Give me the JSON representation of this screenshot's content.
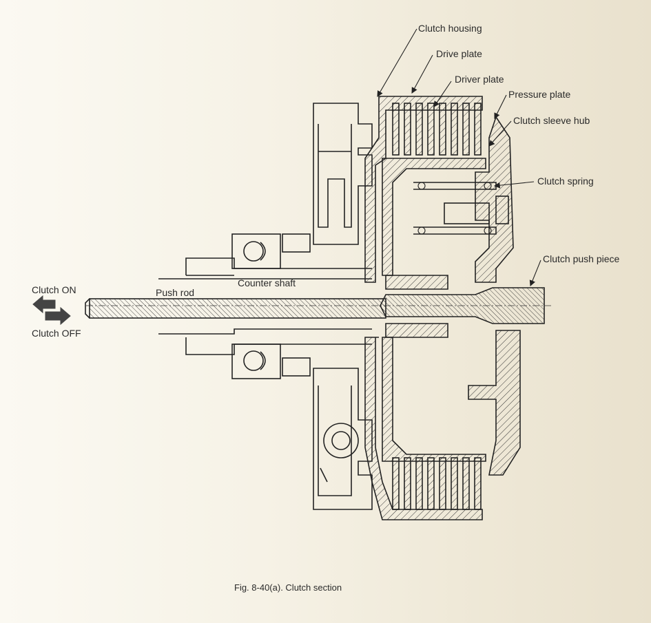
{
  "labels": {
    "clutch_housing": "Clutch housing",
    "drive_plate": "Drive plate",
    "driver_plate": "Driver plate",
    "pressure_plate": "Pressure plate",
    "clutch_sleeve_hub": "Clutch sleeve hub",
    "clutch_spring": "Clutch spring",
    "clutch_push_piece": "Clutch push piece",
    "counter_shaft": "Counter shaft",
    "push_rod": "Push rod",
    "clutch_on": "Clutch ON",
    "clutch_off": "Clutch OFF"
  },
  "caption": "Fig. 8-40(a).  Clutch section"
}
